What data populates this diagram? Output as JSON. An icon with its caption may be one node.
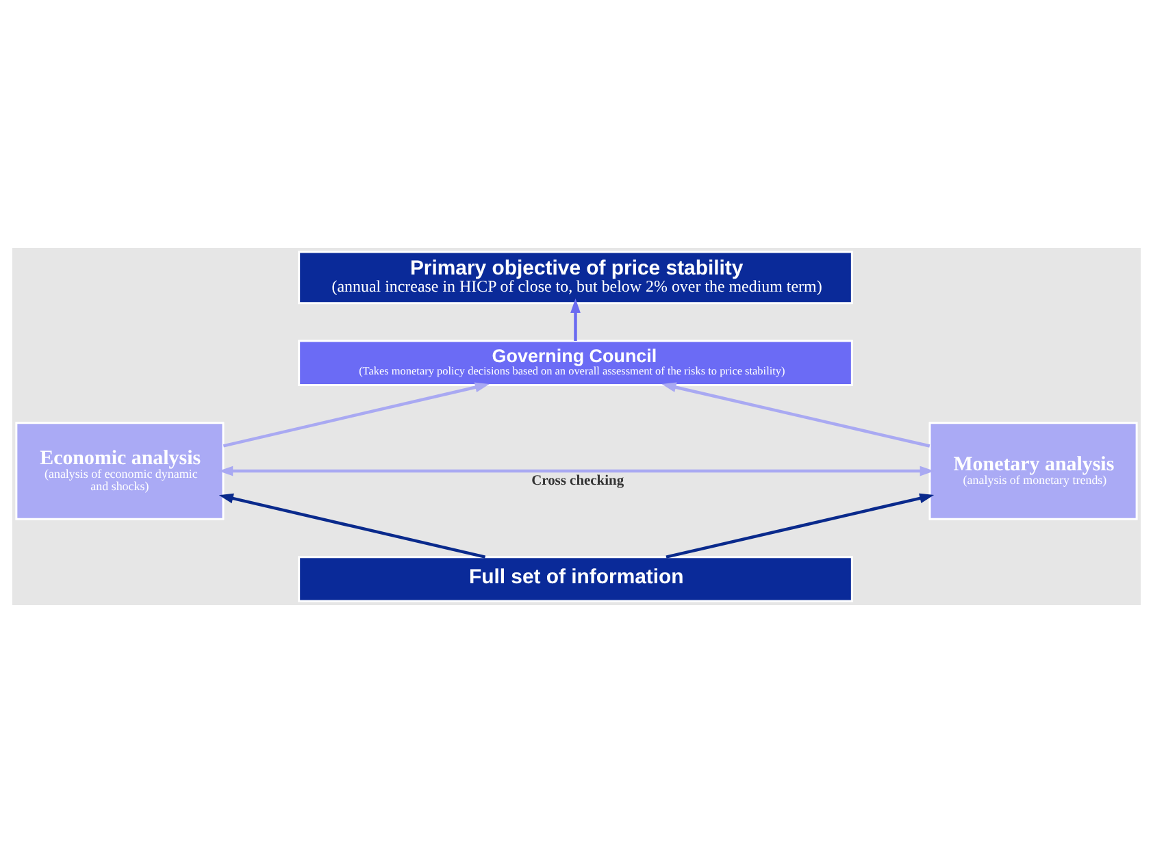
{
  "diagram": {
    "nodes": [
      {
        "text": [
          "Primary objective of price stability",
          "(annual increase in HICP of close to, but below 2% over the medium term)"
        ]
      },
      {
        "text": [
          "Governing Council",
          "(Takes monetary policy decisions based on an overall assessment of the risks to price stability)"
        ]
      },
      {
        "text": [
          "Economic analysis",
          "(analysis of economic dynamic and shocks)"
        ]
      },
      {
        "text": [
          "Monetary analysis",
          "(analysis of monetary trends)"
        ]
      },
      {
        "text": [
          "Full set of information"
        ]
      }
    ],
    "edges": [
      {
        "from": 1,
        "to": 0,
        "arrow": "to",
        "color": "#6b6bf0"
      },
      {
        "from": 2,
        "to": 1,
        "arrow": "to",
        "color": "#a9a9f2"
      },
      {
        "from": 3,
        "to": 1,
        "arrow": "to",
        "color": "#a9a9f2"
      },
      {
        "from": 2,
        "to": 3,
        "arrow": "both",
        "label": "Cross checking",
        "color": "#a9a9f2"
      },
      {
        "from": 4,
        "to": 2,
        "arrow": "to",
        "color": "#0a2a8c"
      },
      {
        "from": 4,
        "to": 3,
        "arrow": "to",
        "color": "#0a2a8c"
      }
    ]
  }
}
